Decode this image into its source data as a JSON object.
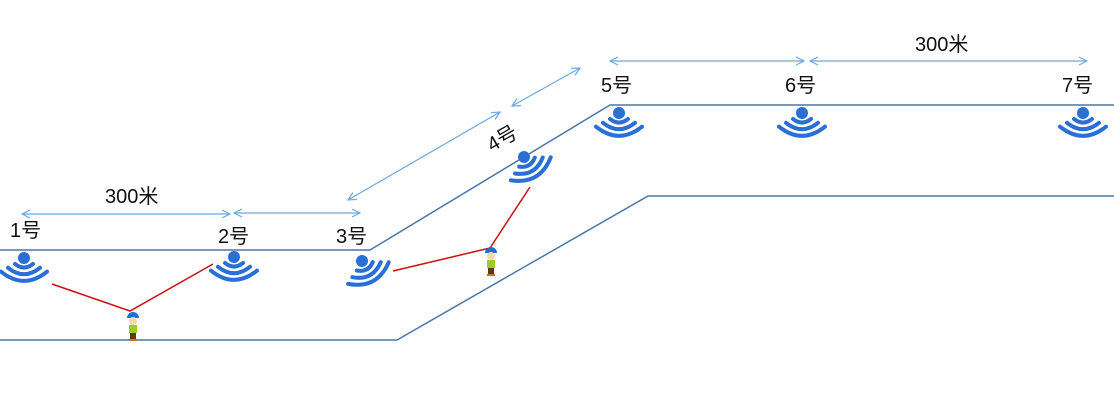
{
  "beacons": [
    {
      "id": 1,
      "label": "1号"
    },
    {
      "id": 2,
      "label": "2号"
    },
    {
      "id": 3,
      "label": "3号"
    },
    {
      "id": 4,
      "label": "4号"
    },
    {
      "id": 5,
      "label": "5号"
    },
    {
      "id": 6,
      "label": "6号"
    },
    {
      "id": 7,
      "label": "7号"
    }
  ],
  "distances": {
    "left": "300米",
    "right": "300米"
  },
  "colors": {
    "beacon": "#2a6fd6",
    "road": "#4a76a8",
    "arrow": "#6fa6dc",
    "link": "#cc1010"
  }
}
